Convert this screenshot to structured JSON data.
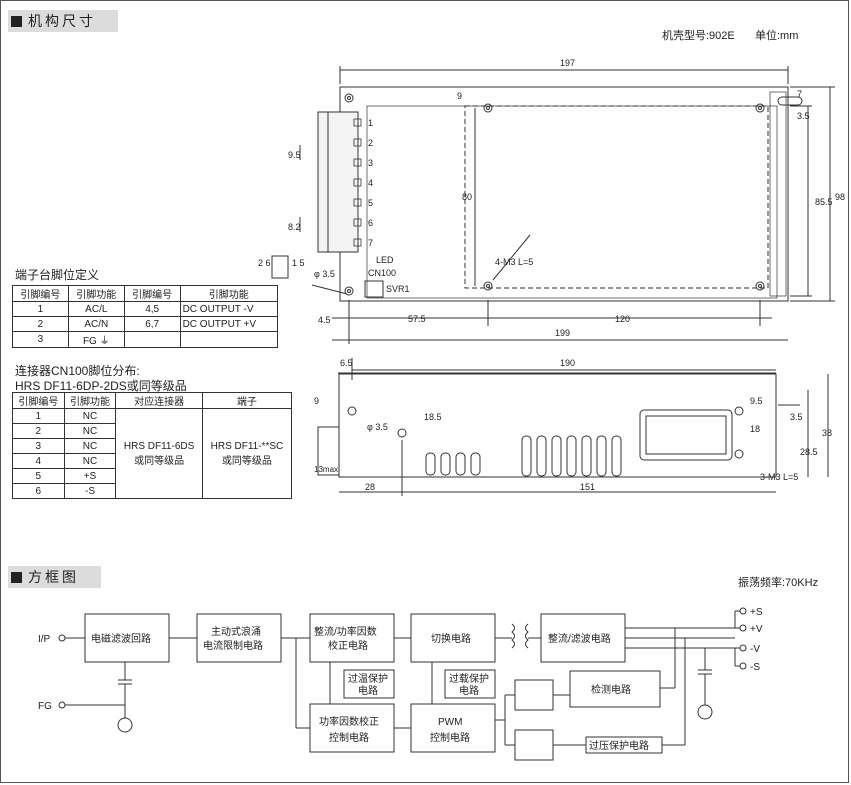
{
  "sections": {
    "mechanical": "机构尺寸",
    "block": "方框图"
  },
  "top_right": {
    "case_no": "机壳型号:902E",
    "unit": "单位:mm"
  },
  "osc_freq": "振荡频率:70KHz",
  "terminal_title": "端子台脚位定义",
  "terminal_table": {
    "headers": [
      "引脚编号",
      "引脚功能",
      "引脚编号",
      "引脚功能"
    ],
    "rows": [
      [
        "1",
        "AC/L",
        "4,5",
        "DC OUTPUT -V"
      ],
      [
        "2",
        "AC/N",
        "6,7",
        "DC OUTPUT +V"
      ],
      [
        "3",
        "FG ⏚",
        "",
        ""
      ]
    ]
  },
  "connector_title_1": "连接器CN100脚位分布:",
  "connector_title_2": "HRS DF11-6DP-2DS或同等级品",
  "connector_table": {
    "headers": [
      "引脚编号",
      "引脚功能",
      "对应连接器",
      "端子"
    ],
    "rows": [
      [
        "1",
        "NC"
      ],
      [
        "2",
        "NC"
      ],
      [
        "3",
        "NC"
      ],
      [
        "4",
        "NC"
      ],
      [
        "5",
        "+S"
      ],
      [
        "6",
        "-S"
      ]
    ],
    "mating_1": "HRS DF11-6DS",
    "mating_2": "或同等级品",
    "terminal_1": "HRS DF11-**SC",
    "terminal_2": "或同等级品"
  },
  "dims_top": {
    "d197": "197",
    "d7": "7",
    "d3_5": "3.5",
    "d9": "9",
    "d9_5": "9.5",
    "d80": "80",
    "d85_5": "85.5",
    "d98": "98",
    "d8_2": "8.2",
    "hole": "4-M3 L=5",
    "phi": "φ 3.5",
    "d4_5": "4.5",
    "d57_5": "57.5",
    "d120": "120",
    "d199": "199",
    "led": "LED",
    "cn100": "CN100",
    "svr1": "SVR1",
    "cn_pins_a": "2 6",
    "cn_pins_b": "1 5"
  },
  "terminal_numbers": [
    "1",
    "2",
    "3",
    "4",
    "5",
    "6",
    "7"
  ],
  "dims_side": {
    "d6_5": "6.5",
    "d190": "190",
    "d9": "9",
    "phi": "φ 3.5",
    "d18_5": "18.5",
    "d9_5": "9.5",
    "d18": "18",
    "d3_5": "3.5",
    "d28_5": "28.5",
    "d38": "38",
    "max13": "13max.",
    "d28": "28",
    "d151": "151",
    "hole": "3-M3 L=5"
  },
  "block": {
    "ip": "I/P",
    "fg": "FG",
    "emi": "电磁滤波回路",
    "inrush_1": "主动式浪涌",
    "inrush_2": "电流限制电路",
    "rect1_1": "整流/功率因数",
    "rect1_2": "校正电路",
    "switch": "切换电路",
    "rect2": "整流/滤波电路",
    "otp_1": "过温保护",
    "otp_2": "电路",
    "olp_1": "过载保护",
    "olp_2": "电路",
    "pfc_1": "功率因数校正",
    "pfc_2": "控制电路",
    "pwm_1": "PWM",
    "pwm_2": "控制电路",
    "detect": "检测电路",
    "ovp": "过压保护电路",
    "out_ps": "+S",
    "out_pv": "+V",
    "out_nv": "-V",
    "out_ns": "-S"
  }
}
